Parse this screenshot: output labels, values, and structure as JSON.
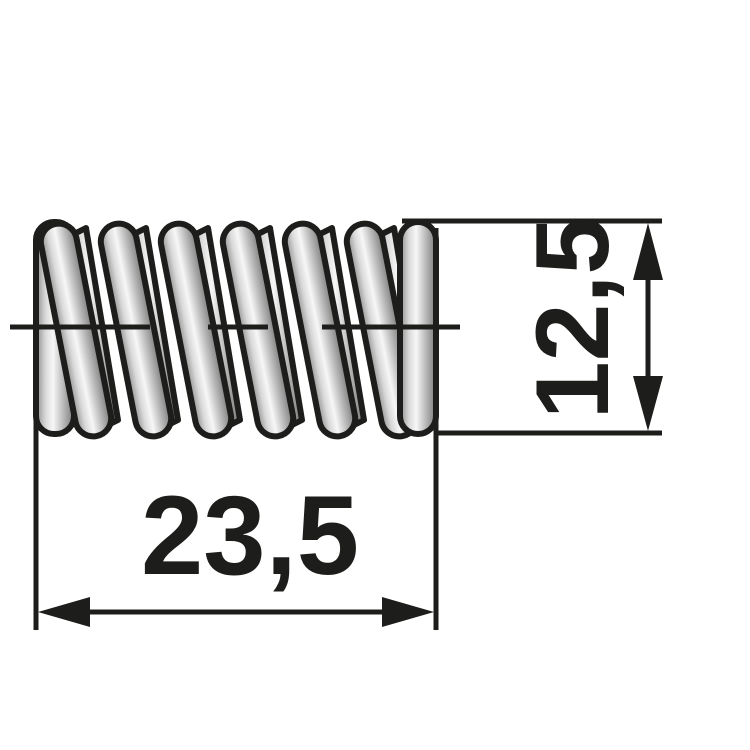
{
  "diagram": {
    "subject": "compression spring",
    "coil_count": 7,
    "colors": {
      "outline": "#1d1d1b",
      "background": "#ffffff",
      "metal_dark": "#8a8a8a",
      "metal_light": "#f4f4f4"
    },
    "dimensions": {
      "length": {
        "label": "23,5",
        "orientation": "horizontal"
      },
      "diameter": {
        "label": "12,5",
        "orientation": "vertical"
      }
    }
  }
}
